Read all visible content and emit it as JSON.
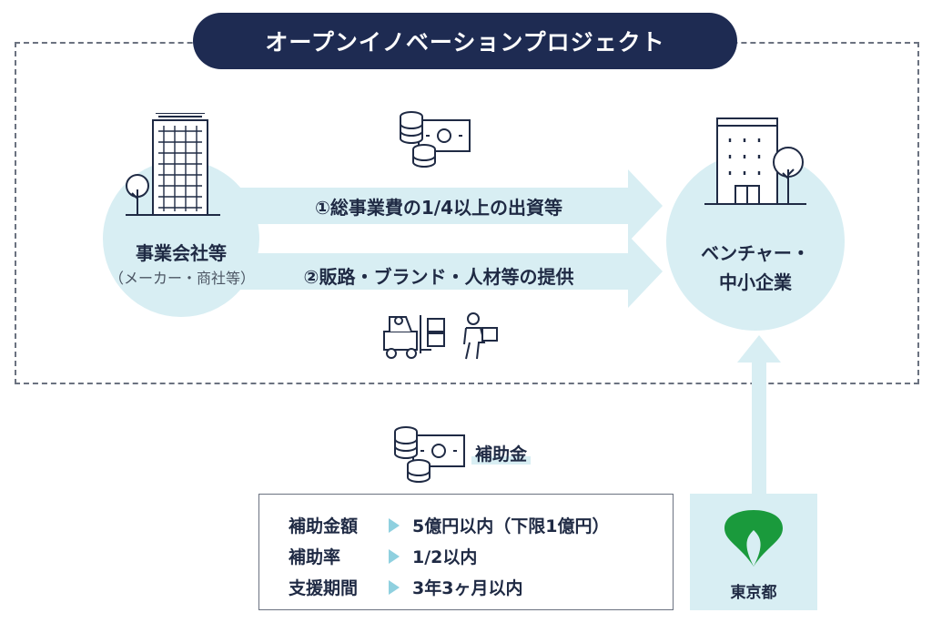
{
  "title": "オープンイノベーションプロジェクト",
  "left_node": {
    "label": "事業会社等",
    "sub": "（メーカー・商社等）"
  },
  "right_node": {
    "label_line1": "ベンチャー・",
    "label_line2": "中小企業"
  },
  "arrows": [
    {
      "label": "①総事業費の1/4以上の出資等"
    },
    {
      "label": "②販路・ブランド・人材等の提供"
    }
  ],
  "subsidy": {
    "label": "補助金"
  },
  "info": [
    {
      "key": "補助金額",
      "value": "5億円以内（下限1億円）"
    },
    {
      "key": "補助率",
      "value": "1/2以内"
    },
    {
      "key": "支援期間",
      "value": "3年3ヶ月以内"
    }
  ],
  "tokyo": {
    "label": "東京都"
  },
  "colors": {
    "navy": "#1e2b52",
    "light_blue": "#d8eef3",
    "accent": "#8fd0df",
    "tokyo_green": "#1a9a3c"
  },
  "icons": [
    "office-building-icon",
    "tree-icon",
    "money-stack-icon",
    "forklift-icon",
    "worker-box-icon",
    "small-building-icon",
    "tokyo-ginkgo-icon"
  ]
}
